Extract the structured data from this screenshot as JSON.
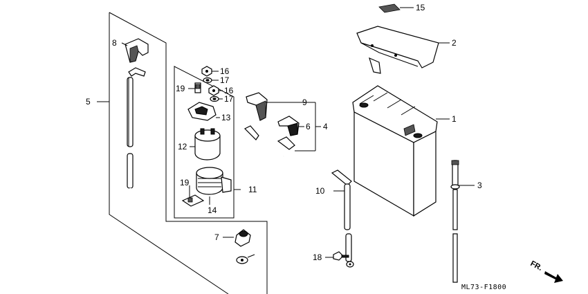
{
  "callouts": {
    "c1": "1",
    "c2": "2",
    "c3": "3",
    "c4": "4",
    "c5": "5",
    "c6": "6",
    "c7": "7",
    "c8": "8",
    "c9": "9",
    "c10": "10",
    "c11": "11",
    "c12": "12",
    "c13": "13",
    "c14": "14",
    "c15": "15",
    "c16a": "16",
    "c16b": "16",
    "c17a": "17",
    "c17b": "17",
    "c18": "18",
    "c19a": "19",
    "c19b": "19"
  },
  "front_label": "FR.",
  "diagram_code": "ML73-F1800"
}
